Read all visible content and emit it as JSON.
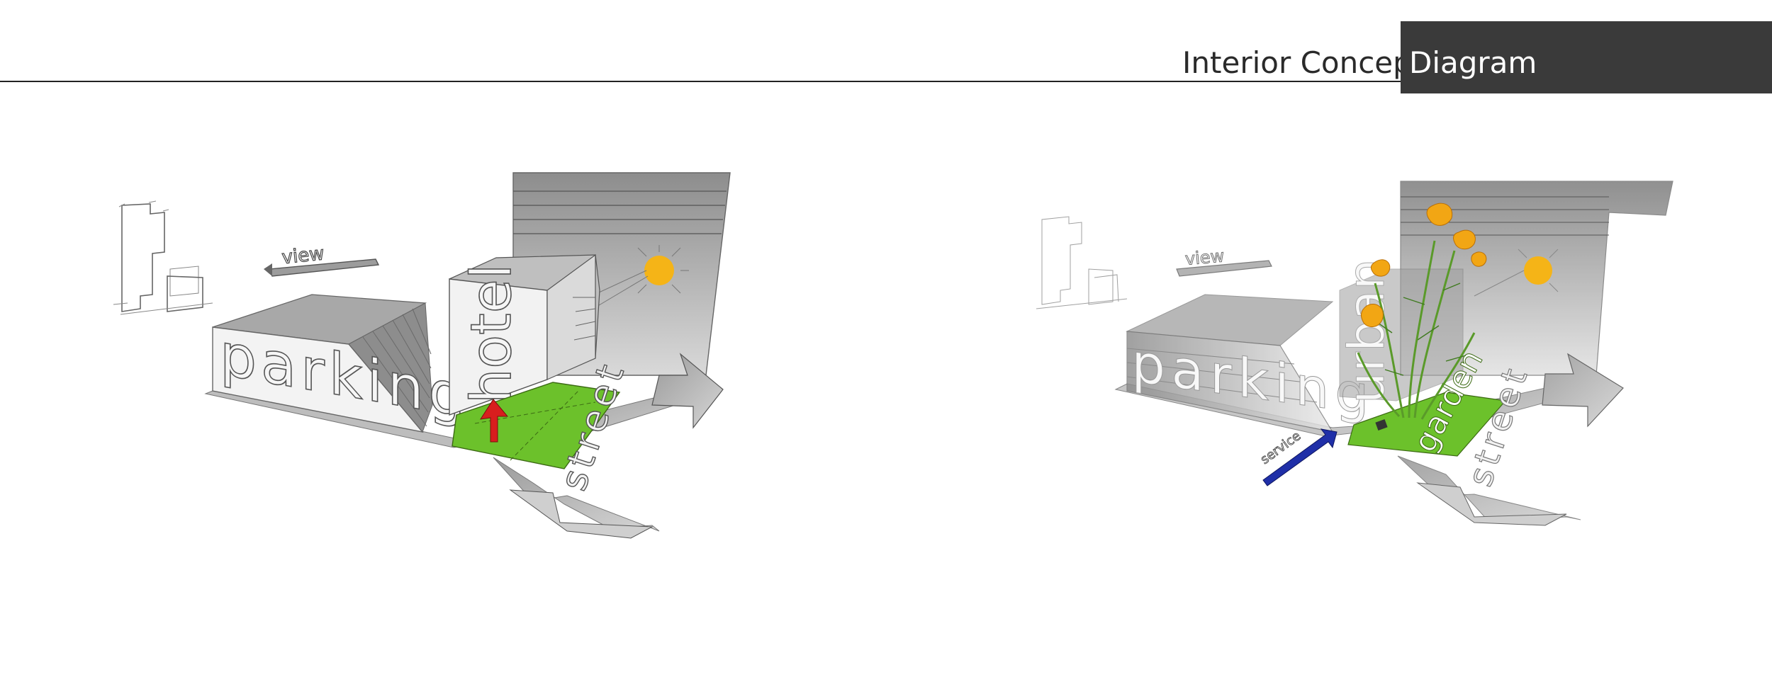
{
  "header": {
    "title_light": "Interior Concept",
    "title_dark": "Diagram"
  },
  "left_diagram": {
    "labels": {
      "parking": "parking",
      "hotel": "hotel",
      "street": "street",
      "view": "view"
    }
  },
  "right_diagram": {
    "labels": {
      "parking": "parking",
      "urban": "urban",
      "garden": "garden",
      "street": "street",
      "view": "view",
      "service": "service"
    }
  },
  "colors": {
    "header_band": "#3a3a3a",
    "rule": "#222222",
    "garden_green": "#6cc12b",
    "sun": "#f5b417",
    "arrow_red": "#d81e1e",
    "arrow_blue": "#1f2fa8",
    "massing_gray": "#b9b9b9",
    "poppy_orange": "#f2a614"
  },
  "icons": [
    "sun-icon",
    "red-arrow-icon",
    "blue-arrow-icon",
    "poppy-flower-icon"
  ]
}
